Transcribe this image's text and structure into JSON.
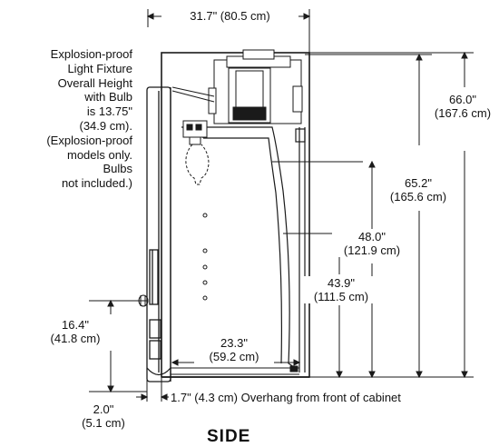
{
  "dimensions": {
    "width": "31.7\" (80.5 cm)",
    "height_66": {
      "in": "66.0\"",
      "cm": "(167.6 cm)"
    },
    "height_65": {
      "in": "65.2\"",
      "cm": "(165.6 cm)"
    },
    "height_48": {
      "in": "48.0\"",
      "cm": "(121.9 cm)"
    },
    "height_43": {
      "in": "43.9\"",
      "cm": "(111.5 cm)"
    },
    "depth_23": {
      "in": "23.3\"",
      "cm": "(59.2 cm)"
    },
    "handle_16": {
      "in": "16.4\"",
      "cm": "(41.8 cm)"
    },
    "base_2": {
      "in": "2.0\"",
      "cm": "(5.1 cm)"
    },
    "overhang": "1.7\" (4.3 cm) Overhang from front of cabinet"
  },
  "caption_lines": [
    "Explosion-proof",
    "Light Fixture",
    "Overall Height",
    "with Bulb",
    "is 13.75\"",
    "(34.9 cm).",
    "(Explosion-proof",
    "models only.",
    "Bulbs",
    "not included.)"
  ],
  "view_title": "SIDE"
}
